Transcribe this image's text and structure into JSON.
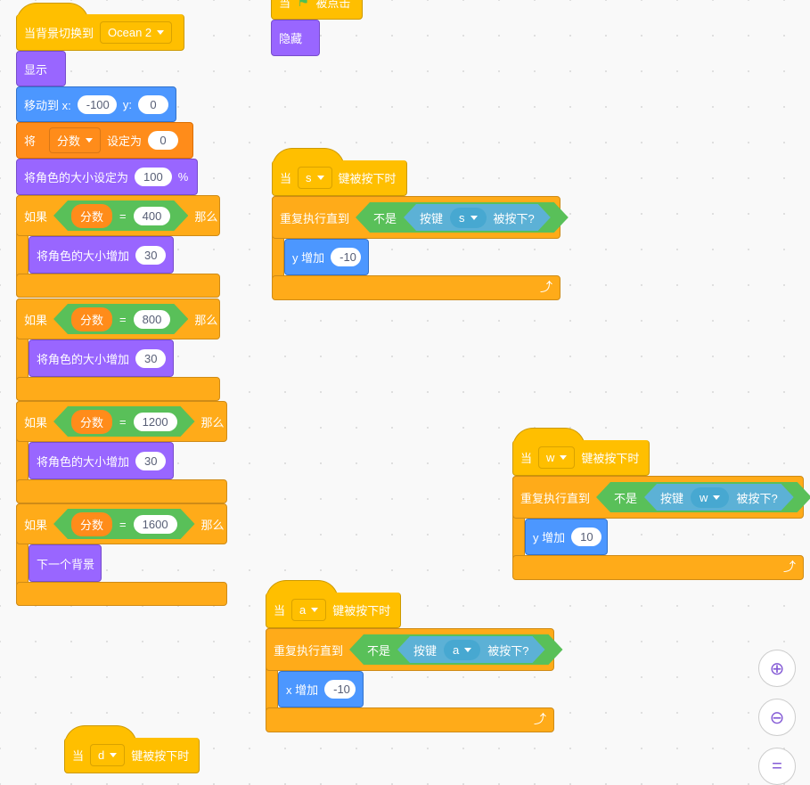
{
  "script1": {
    "hat_label": "当背景切换到",
    "backdrop": "Ocean 2",
    "show": "显示",
    "goto_label": "移动到 x:",
    "goto_x": "-100",
    "goto_y_label": "y:",
    "goto_y": "0",
    "set_label": "将",
    "set_var": "分数",
    "set_to": "设定为",
    "set_value": "0",
    "size_label": "将角色的大小设定为",
    "size_value": "100",
    "size_unit": "%",
    "ifs": [
      {
        "if": "如果",
        "var": "分数",
        "op": "=",
        "value": "400",
        "then": "那么",
        "inner": "将角色的大小增加",
        "inner_value": "30"
      },
      {
        "if": "如果",
        "var": "分数",
        "op": "=",
        "value": "800",
        "then": "那么",
        "inner": "将角色的大小增加",
        "inner_value": "30"
      },
      {
        "if": "如果",
        "var": "分数",
        "op": "=",
        "value": "1200",
        "then": "那么",
        "inner": "将角色的大小增加",
        "inner_value": "30"
      },
      {
        "if": "如果",
        "var": "分数",
        "op": "=",
        "value": "1600",
        "then": "那么",
        "inner": "下一个背景"
      }
    ]
  },
  "script2": {
    "when": "当",
    "clicked": "被点击",
    "hide": "隐藏"
  },
  "keyscripts": [
    {
      "when": "当",
      "key": "s",
      "pressed": "键被按下时",
      "repeat": "重复执行直到",
      "not": "不是",
      "keylabel": "按键",
      "keyq": "被按下?",
      "inner": "y 增加",
      "value": "-10"
    },
    {
      "when": "当",
      "key": "w",
      "pressed": "键被按下时",
      "repeat": "重复执行直到",
      "not": "不是",
      "keylabel": "按键",
      "keyq": "被按下?",
      "inner": "y 增加",
      "value": "10"
    },
    {
      "when": "当",
      "key": "a",
      "pressed": "键被按下时",
      "repeat": "重复执行直到",
      "not": "不是",
      "keylabel": "按键",
      "keyq": "被按下?",
      "inner": "x 增加",
      "value": "-10"
    },
    {
      "when": "当",
      "key": "d",
      "pressed": "键被按下时"
    }
  ],
  "zoom": {
    "in": "+",
    "out": "−",
    "reset": "="
  }
}
